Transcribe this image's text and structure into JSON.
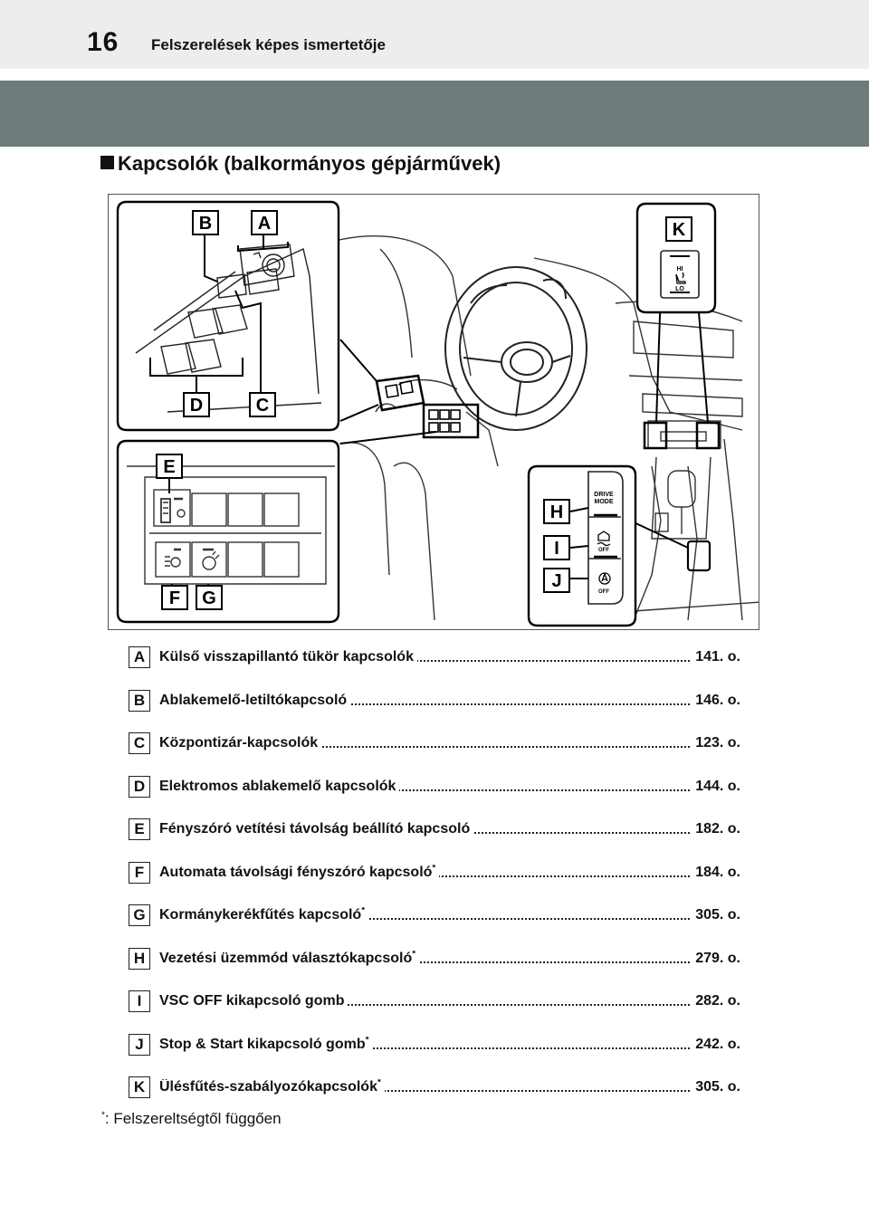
{
  "header": {
    "page_number": "16",
    "title": "Felszerelések képes ismertetője"
  },
  "section": {
    "title": "Kapcsolók (balkormányos gépjárművek)"
  },
  "figure": {
    "callouts": [
      "A",
      "B",
      "C",
      "D",
      "E",
      "F",
      "G",
      "H",
      "I",
      "J",
      "K"
    ],
    "labels": {
      "drive_mode_1": "DRIVE",
      "drive_mode_2": "MODE",
      "off": "OFF",
      "hi": "HI",
      "lo": "LO"
    }
  },
  "items": [
    {
      "letter": "A",
      "text": "Külső visszapillantó tükör kapcsolók",
      "star": "",
      "page": "141. o."
    },
    {
      "letter": "B",
      "text": "Ablakemelő-letiltókapcsoló",
      "star": "",
      "page": "146. o."
    },
    {
      "letter": "C",
      "text": "Központizár-kapcsolók",
      "star": "",
      "page": "123. o."
    },
    {
      "letter": "D",
      "text": "Elektromos ablakemelő kapcsolók",
      "star": "",
      "page": "144. o."
    },
    {
      "letter": "E",
      "text": "Fényszóró vetítési távolság beállító kapcsoló",
      "star": "",
      "page": "182. o."
    },
    {
      "letter": "F",
      "text": "Automata távolsági fényszóró kapcsoló",
      "star": "*",
      "page": "184. o."
    },
    {
      "letter": "G",
      "text": "Kormánykerékfűtés kapcsoló",
      "star": "*",
      "page": "305. o."
    },
    {
      "letter": "H",
      "text": "Vezetési üzemmód választókapcsoló",
      "star": "*",
      "page": "279. o."
    },
    {
      "letter": "I",
      "text": "VSC OFF kikapcsoló gomb",
      "star": "",
      "page": "282. o."
    },
    {
      "letter": "J",
      "text": "Stop & Start kikapcsoló gomb",
      "star": "*",
      "page": "242. o."
    },
    {
      "letter": "K",
      "text": "Ülésfűtés-szabályozókapcsolók",
      "star": "*",
      "page": "305. o."
    }
  ],
  "footnote": {
    "star": "*",
    "text": ": Felszereltségtől függően"
  }
}
